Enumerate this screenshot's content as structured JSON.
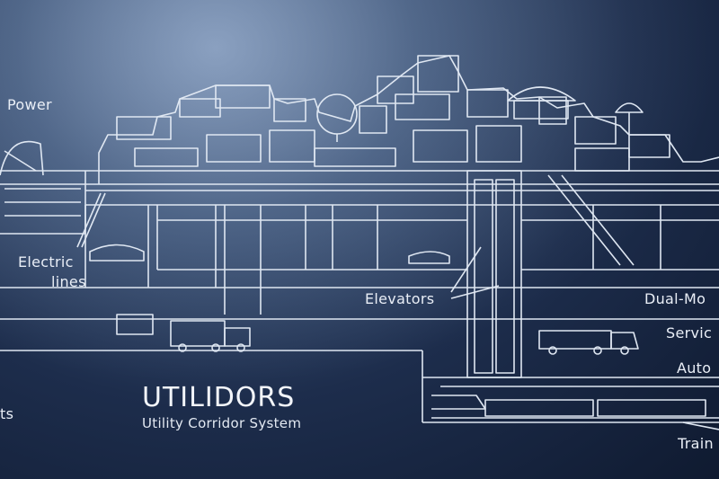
{
  "title": "UTILIDORS",
  "subtitle": "Utility Corridor System",
  "labels": {
    "power": "Power",
    "electric_lines_1": "Electric",
    "electric_lines_2": "lines",
    "elevators": "Elevators",
    "dual_mode": "Dual-Mo",
    "service": "Servic",
    "auto": "Auto",
    "train": "Train",
    "left_edge": "ts"
  }
}
